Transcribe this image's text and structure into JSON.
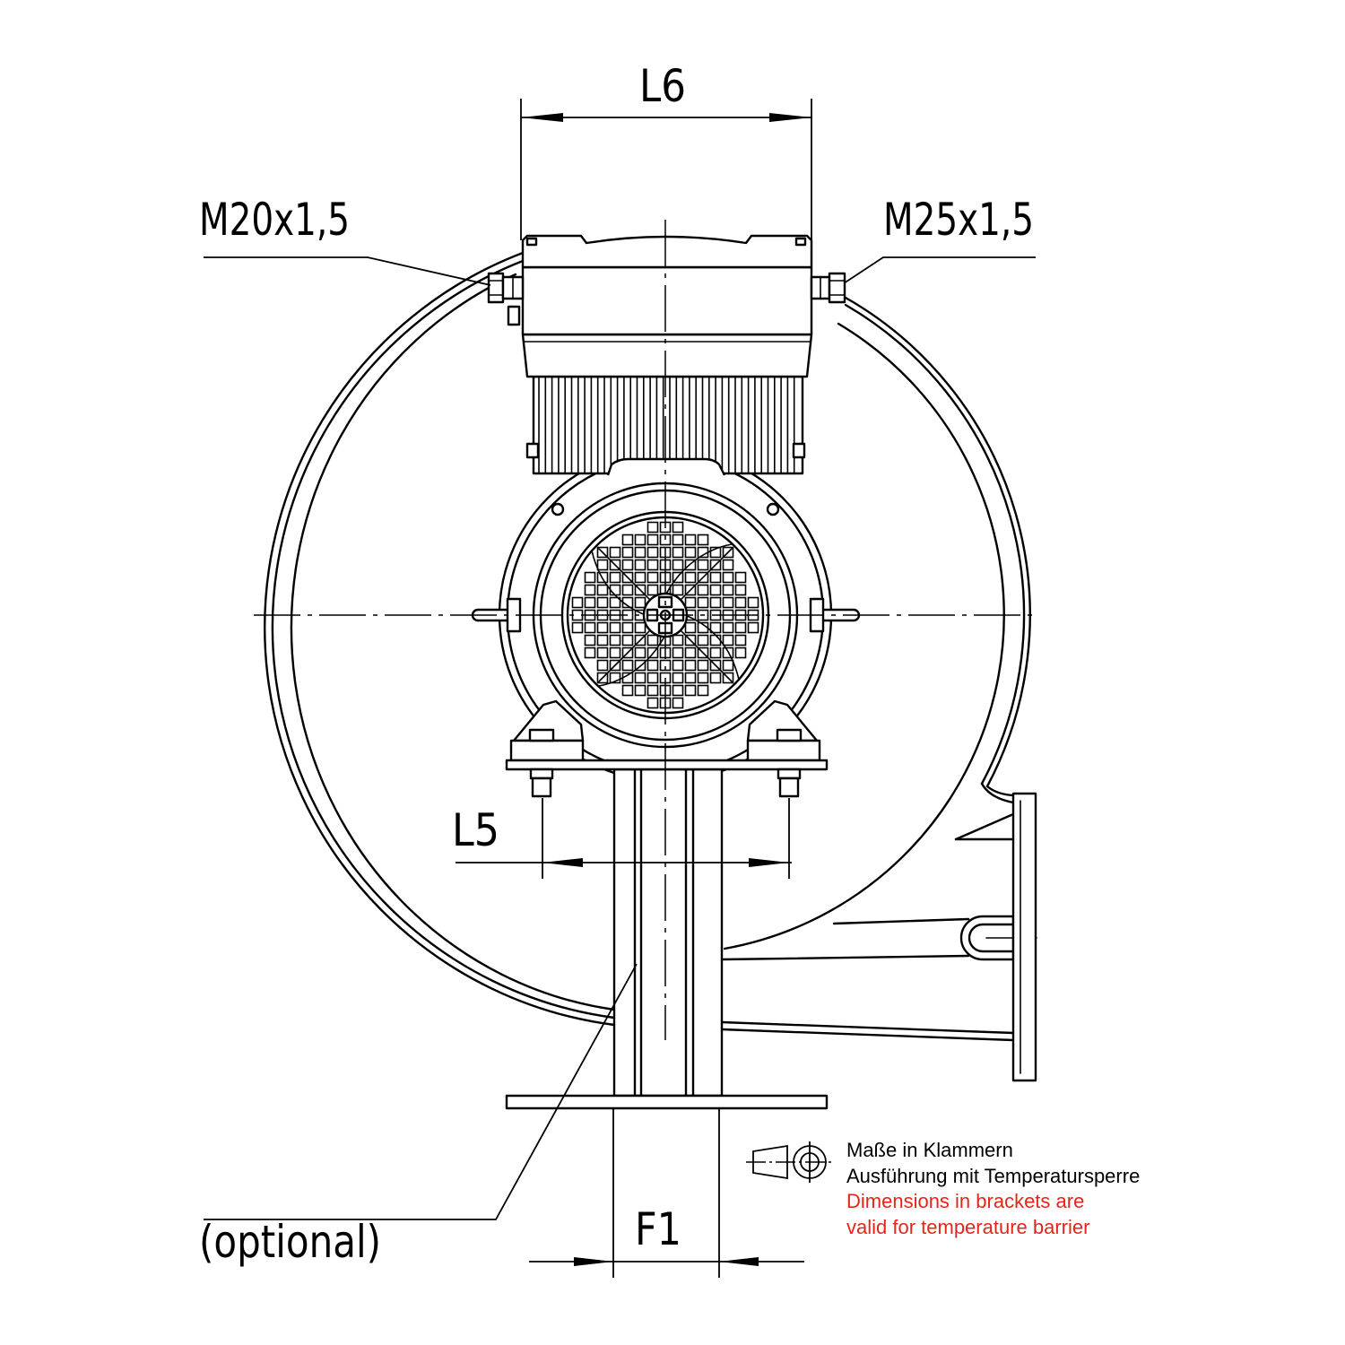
{
  "dimensions": {
    "top_width": "L6",
    "foot_bolt_spacing": "L5",
    "stand_width": "F1"
  },
  "cable_glands": {
    "left_thread": "M20x1,5",
    "right_thread": "M25x1,5"
  },
  "stand_note": "(optional)",
  "legend": {
    "german": [
      "Maße in Klammern",
      "Ausführung mit Temperatursperre"
    ],
    "english": [
      "Dimensions in brackets are",
      "valid for temperature barrier"
    ]
  },
  "colors": {
    "line": "#000000",
    "english_note": "#e3261c",
    "background": "#ffffff"
  }
}
